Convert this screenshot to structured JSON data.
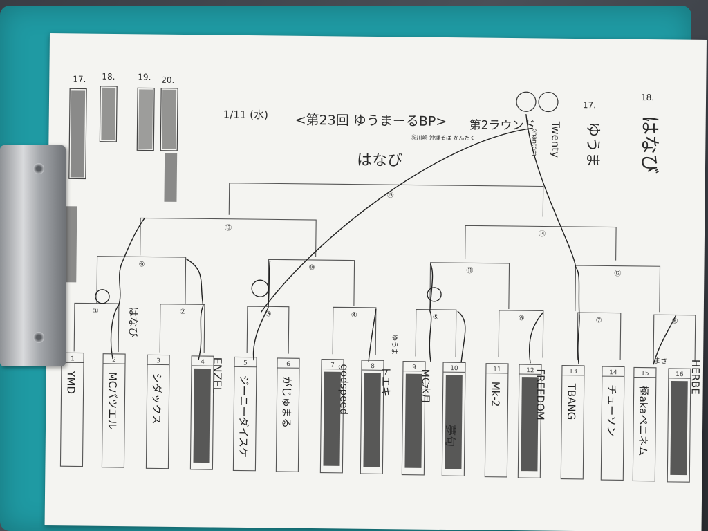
{
  "header": {
    "date": "1/11 (水)",
    "title": "<第23回 ゆうまーるBP>",
    "round": "第2ラウンド"
  },
  "winner_label": "はなび",
  "note": "⑮川崎 沖縄そば かんたく",
  "side_names": {
    "top_right_vertical": "Twenty",
    "top_right_small": "phantom",
    "p17_label": "17.",
    "p17_name": "ゆうま",
    "p18_label": "18.",
    "p18_name": "はなび"
  },
  "left_list": [
    "17.",
    "18.",
    "19.",
    "20."
  ],
  "matches": [
    "①",
    "②",
    "③",
    "④",
    "⑤",
    "⑥",
    "⑦",
    "⑧",
    "⑨",
    "⑩",
    "⑪",
    "⑫",
    "⑬",
    "⑭",
    "⑮"
  ],
  "bracket_side_labels": {
    "m1_winner": "はなび",
    "m5_note": "ゆうま"
  },
  "entrants": [
    {
      "num": "1",
      "name": "YMD",
      "crossed": false
    },
    {
      "num": "2",
      "name": "MCバツエル",
      "crossed": false
    },
    {
      "num": "3",
      "name": "シダックス",
      "crossed": false
    },
    {
      "num": "4",
      "name": "",
      "crossed": true
    },
    {
      "num": "5",
      "name": "ジーニーダイスケ",
      "crossed": false
    },
    {
      "num": "6",
      "name": "がじゅまる",
      "crossed": false
    },
    {
      "num": "7",
      "name": "",
      "crossed": true
    },
    {
      "num": "8",
      "name": "",
      "crossed": true
    },
    {
      "num": "9",
      "name": "",
      "crossed": true
    },
    {
      "num": "10",
      "name": "",
      "crossed": true
    },
    {
      "num": "11",
      "name": "Mk-2",
      "crossed": false
    },
    {
      "num": "12",
      "name": "",
      "crossed": true
    },
    {
      "num": "13",
      "name": "TBANG",
      "crossed": false
    },
    {
      "num": "14",
      "name": "チューソン",
      "crossed": false
    },
    {
      "num": "15",
      "name": "極akaペニネム",
      "crossed": false
    },
    {
      "num": "16",
      "name": "",
      "crossed": true
    }
  ],
  "side_annotations": {
    "e4": "ENZEL",
    "e7": "godspeed",
    "e8": "トエキ",
    "e9": "ゆうま",
    "e10a": "MC水月",
    "e10b": "夢句",
    "e12": "FREEDOM",
    "e15": "まさ",
    "e16": "HERBE"
  },
  "colors": {
    "board": "#1f9aa3",
    "paper": "#f4f4f1",
    "ink": "#2a2a2a",
    "print": "#555555"
  }
}
